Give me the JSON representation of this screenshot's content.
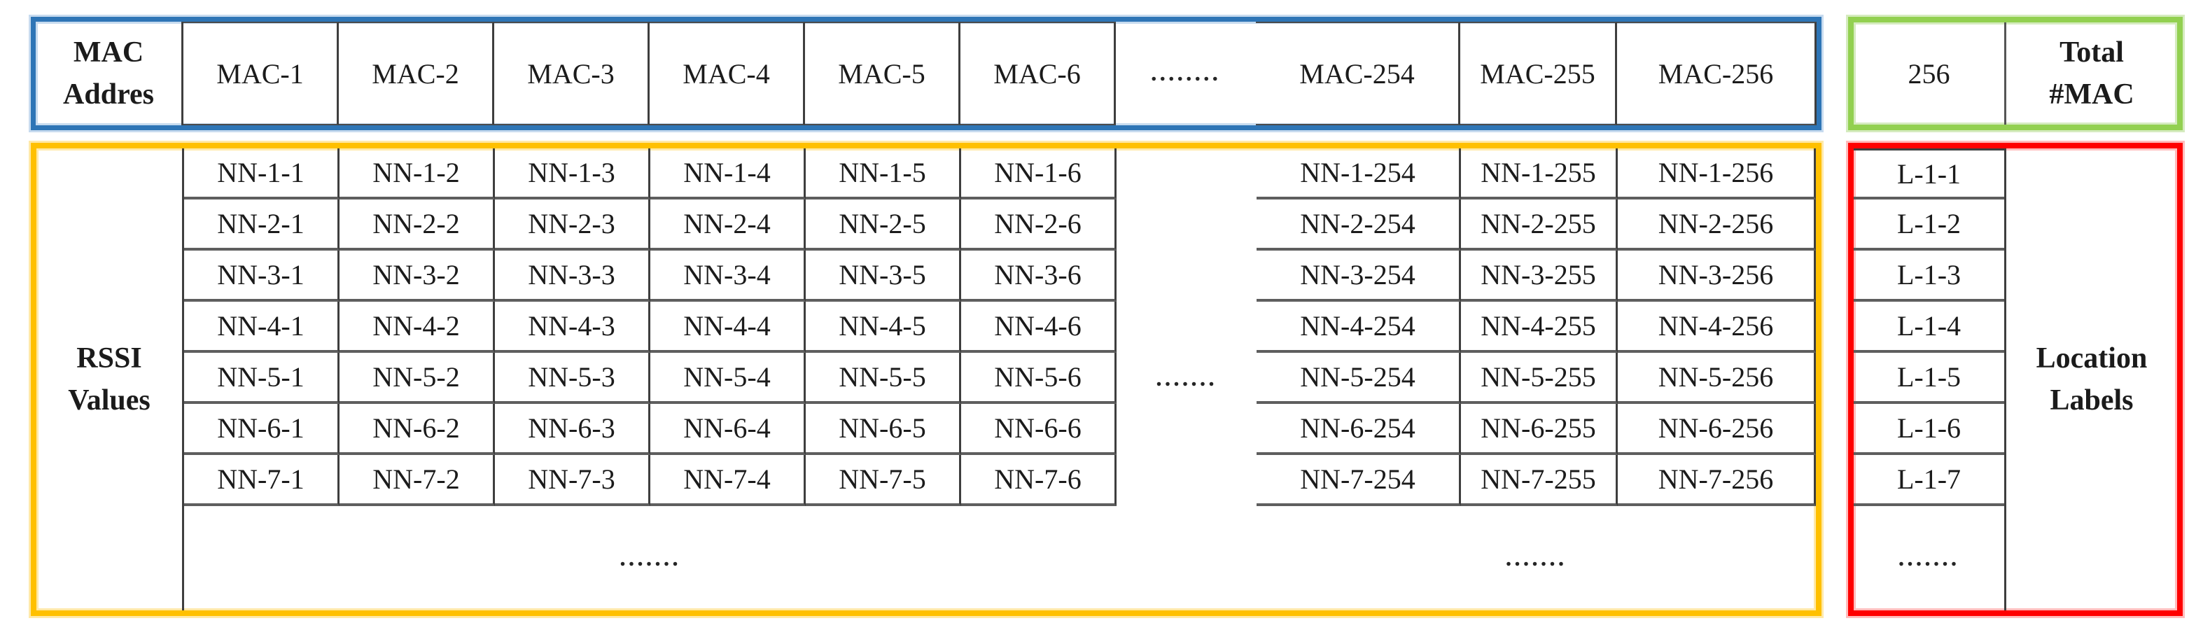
{
  "colors": {
    "mac_header_border": "#2E75B6",
    "rssi_box_border": "#FFC000",
    "total_box_border": "#92D050",
    "location_box_border": "#FF0000",
    "cell_rule": "#3E3E3E",
    "text": "#1B1B1B"
  },
  "header": {
    "label_line1": "MAC",
    "label_line2": "Addres",
    "macs": [
      "MAC-1",
      "MAC-2",
      "MAC-3",
      "MAC-4",
      "MAC-5",
      "MAC-6"
    ],
    "dots": "........",
    "macs_right": [
      "MAC-254",
      "MAC-255",
      "MAC-256"
    ]
  },
  "totals": {
    "value": "256",
    "label_line1": "Total",
    "label_line2": "#MAC"
  },
  "body": {
    "label_line1": "RSSI",
    "label_line2": "Values",
    "mid_dots": ".......",
    "bottom_dots_left": ".......",
    "bottom_dots_right": ".......",
    "rows": [
      {
        "cells": [
          "NN-1-1",
          "NN-1-2",
          "NN-1-3",
          "NN-1-4",
          "NN-1-5",
          "NN-1-6"
        ],
        "right": [
          "NN-1-254",
          "NN-1-255",
          "NN-1-256"
        ],
        "loc": "L-1-1"
      },
      {
        "cells": [
          "NN-2-1",
          "NN-2-2",
          "NN-2-3",
          "NN-2-4",
          "NN-2-5",
          "NN-2-6"
        ],
        "right": [
          "NN-2-254",
          "NN-2-255",
          "NN-2-256"
        ],
        "loc": "L-1-2"
      },
      {
        "cells": [
          "NN-3-1",
          "NN-3-2",
          "NN-3-3",
          "NN-3-4",
          "NN-3-5",
          "NN-3-6"
        ],
        "right": [
          "NN-3-254",
          "NN-3-255",
          "NN-3-256"
        ],
        "loc": "L-1-3"
      },
      {
        "cells": [
          "NN-4-1",
          "NN-4-2",
          "NN-4-3",
          "NN-4-4",
          "NN-4-5",
          "NN-4-6"
        ],
        "right": [
          "NN-4-254",
          "NN-4-255",
          "NN-4-256"
        ],
        "loc": "L-1-4"
      },
      {
        "cells": [
          "NN-5-1",
          "NN-5-2",
          "NN-5-3",
          "NN-5-4",
          "NN-5-5",
          "NN-5-6"
        ],
        "right": [
          "NN-5-254",
          "NN-5-255",
          "NN-5-256"
        ],
        "loc": "L-1-5"
      },
      {
        "cells": [
          "NN-6-1",
          "NN-6-2",
          "NN-6-3",
          "NN-6-4",
          "NN-6-5",
          "NN-6-6"
        ],
        "right": [
          "NN-6-254",
          "NN-6-255",
          "NN-6-256"
        ],
        "loc": "L-1-6"
      },
      {
        "cells": [
          "NN-7-1",
          "NN-7-2",
          "NN-7-3",
          "NN-7-4",
          "NN-7-5",
          "NN-7-6"
        ],
        "right": [
          "NN-7-254",
          "NN-7-255",
          "NN-7-256"
        ],
        "loc": "L-1-7"
      }
    ]
  },
  "location": {
    "dots": ".......",
    "label_line1": "Location",
    "label_line2": "Labels"
  }
}
